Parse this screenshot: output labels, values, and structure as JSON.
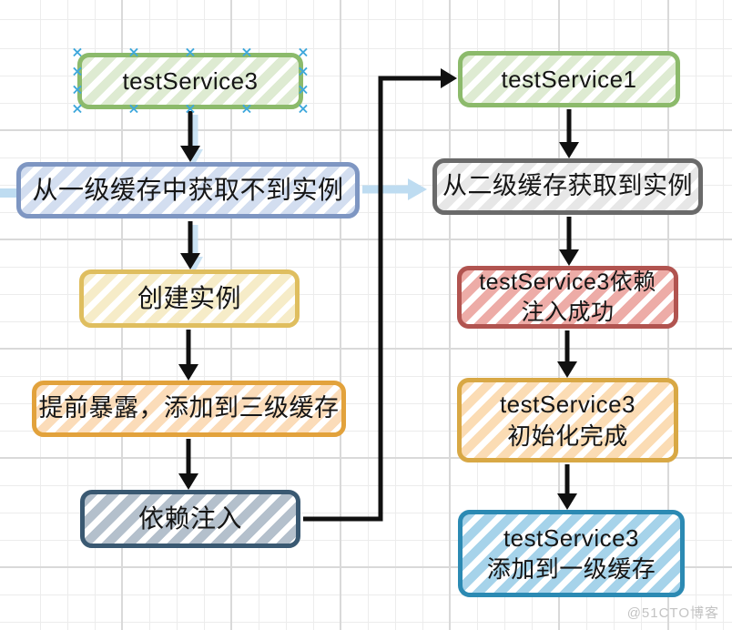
{
  "diagram": {
    "title_hint": "spring-three-level-cache-flowchart",
    "watermark": "@51CTO博客",
    "colors": {
      "background": "#ffffff",
      "grid_minor": "#ececec",
      "grid_major": "#d9d9d9",
      "edge": "#101010",
      "highlight_arrow": "#bedcf1",
      "selection": "#3fa8dc",
      "text": "#161616",
      "watermark": "#c3c3c3"
    },
    "selection_handle_glyph": "×",
    "nodes": [
      {
        "id": "l1",
        "label": "testService3",
        "border": "#8cba6b",
        "hatch": "#deebd2",
        "selected": true
      },
      {
        "id": "l2",
        "label": "从一级缓存中获取不到实例",
        "border": "#7e96c2",
        "hatch": "#d3def0",
        "selected": false
      },
      {
        "id": "l3",
        "label": "创建实例",
        "border": "#dfbe5f",
        "hatch": "#f6ecc8",
        "selected": false
      },
      {
        "id": "l4",
        "label": "提前暴露，添加到三级缓存",
        "border": "#e2a23c",
        "hatch": "#fbdcb9",
        "selected": false
      },
      {
        "id": "l5",
        "label": "依赖注入",
        "border": "#3a5972",
        "hatch": "#b4c0cc",
        "selected": false
      },
      {
        "id": "r1",
        "label": "testService1",
        "border": "#8cba6b",
        "hatch": "#deebd2",
        "selected": false
      },
      {
        "id": "r2",
        "label": "从二级缓存获取到实例",
        "border": "#6a6a6a",
        "hatch": "#e7e7e7",
        "selected": false
      },
      {
        "id": "r3",
        "label": "testService3依赖\n注入成功",
        "border": "#b15450",
        "hatch": "#edaca7",
        "selected": false
      },
      {
        "id": "r4",
        "label": "testService3\n初始化完成",
        "border": "#d8a845",
        "hatch": "#fbdcb4",
        "selected": false
      },
      {
        "id": "r5",
        "label": "testService3\n添加到一级缓存",
        "border": "#2c8ab3",
        "hatch": "#a6d3ea",
        "selected": false
      }
    ],
    "edges": [
      {
        "from": "testService3",
        "to": "从一级缓存中获取不到实例",
        "style": "black-arrow"
      },
      {
        "from": "从一级缓存中获取不到实例",
        "to": "创建实例",
        "style": "black-arrow"
      },
      {
        "from": "创建实例",
        "to": "提前暴露，添加到三级缓存",
        "style": "black-arrow"
      },
      {
        "from": "提前暴露，添加到三级缓存",
        "to": "依赖注入",
        "style": "black-arrow"
      },
      {
        "from": "依赖注入",
        "to": "testService1",
        "style": "black-elbow-arrow"
      },
      {
        "from": "testService1",
        "to": "从二级缓存获取到实例",
        "style": "black-arrow"
      },
      {
        "from": "从二级缓存获取到实例",
        "to": "testService3依赖注入成功",
        "style": "black-arrow"
      },
      {
        "from": "testService3依赖注入成功",
        "to": "testService3初始化完成",
        "style": "black-arrow"
      },
      {
        "from": "testService3初始化完成",
        "to": "testService3添加到一级缓存",
        "style": "black-arrow"
      },
      {
        "from": "从一级缓存中获取不到实例",
        "to": "从二级缓存获取到实例",
        "style": "highlight-blue-arrow"
      },
      {
        "from": "canvas-left-edge",
        "to": "从一级缓存中获取不到实例",
        "style": "highlight-blue-arrow"
      }
    ]
  }
}
